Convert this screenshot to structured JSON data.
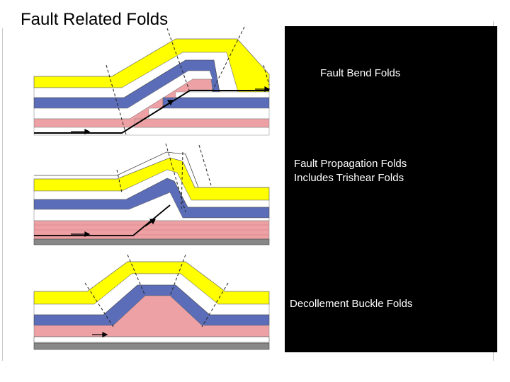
{
  "slide": {
    "title": "Fault Related Folds"
  },
  "panel": {
    "labels": [
      {
        "id": "fault-bend",
        "text": "Fault Bend Folds"
      },
      {
        "id": "fault-propagation",
        "line1": "Fault Propagation Folds",
        "line2": "Includes Trishear Folds"
      },
      {
        "id": "decollement",
        "text": "Decollement Buckle Folds"
      }
    ]
  },
  "colors": {
    "yellow_layer": "#ffff00",
    "blue_layer": "#5b6db8",
    "pink_layer": "#eea1a4",
    "white_layer": "#ffffff",
    "basement": "#888888",
    "panel_bg": "#000000"
  }
}
